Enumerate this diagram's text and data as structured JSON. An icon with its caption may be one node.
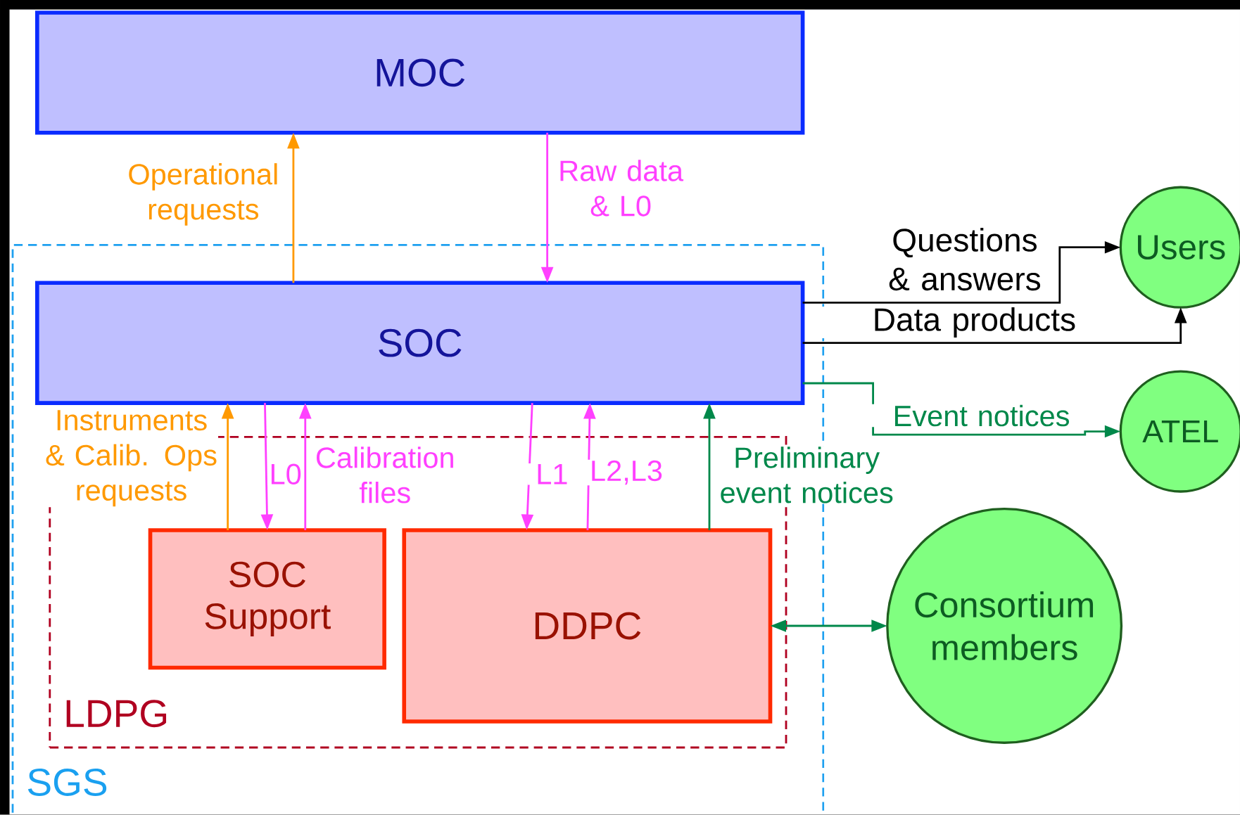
{
  "diagram": {
    "nodes": [
      {
        "text": [
          "MOC"
        ]
      },
      {
        "text": [
          "SGS"
        ]
      },
      {
        "text": [
          "SOC"
        ],
        "in": 1
      },
      {
        "text": [
          "LDPG"
        ],
        "in": 1
      },
      {
        "text": [
          "SOC Support"
        ],
        "in": 3
      },
      {
        "text": [
          "DDPC"
        ],
        "in": 3
      },
      {
        "text": [
          "Users"
        ]
      },
      {
        "text": [
          "ATEL"
        ]
      },
      {
        "text": [
          "Consortium members"
        ]
      }
    ],
    "edges": [
      {
        "from": 2,
        "to": 0,
        "arrow": "to",
        "label": "Operational requests",
        "color": "#ff9900"
      },
      {
        "from": 0,
        "to": 2,
        "arrow": "to",
        "label": "Raw data & L0"
      },
      {
        "from": 2,
        "to": 6,
        "arrow": "to",
        "label": "Questions & answers",
        "color": "#000000"
      },
      {
        "from": 2,
        "to": 6,
        "arrow": "to",
        "label": "Data products",
        "color": "#000000"
      },
      {
        "from": 2,
        "to": 7,
        "arrow": "to",
        "label": "Event notices",
        "color": "#00884a"
      },
      {
        "from": 4,
        "to": 2,
        "arrow": "to",
        "label": "Instruments & Calib. Ops requests",
        "color": "#ff9900"
      },
      {
        "from": 2,
        "to": 4,
        "arrow": "to",
        "label": "L0"
      },
      {
        "from": 4,
        "to": 2,
        "arrow": "to",
        "label": "Calibration files"
      },
      {
        "from": 2,
        "to": 5,
        "arrow": "to",
        "label": "L1"
      },
      {
        "from": 5,
        "to": 2,
        "arrow": "to",
        "label": "L2,L3"
      },
      {
        "from": 5,
        "to": 2,
        "arrow": "to",
        "label": "Preliminary event notices",
        "color": "#00884a"
      },
      {
        "from": 5,
        "to": 8,
        "arrow": "both",
        "color": "#00884a"
      }
    ]
  }
}
